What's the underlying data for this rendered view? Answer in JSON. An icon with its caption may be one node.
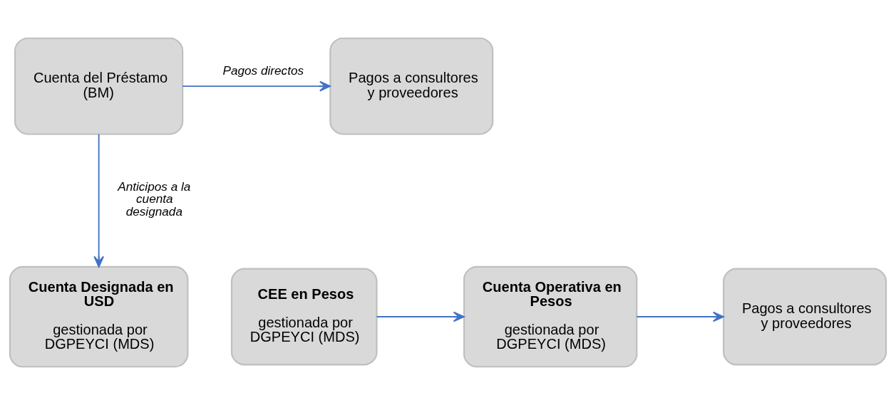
{
  "diagram": {
    "nodes": [
      {
        "text": [
          "Cuenta del Préstamo (BM)"
        ]
      },
      {
        "text": [
          "Pagos a consultores y proveedores"
        ]
      },
      {
        "text": [
          "Cuenta Designada en USD",
          "gestionada por DGPEYCI (MDS)"
        ]
      },
      {
        "text": [
          "CEE en Pesos",
          "gestionada por DGPEYCI (MDS)"
        ]
      },
      {
        "text": [
          "Cuenta Operativa en Pesos",
          "gestionada por DGPEYCI (MDS)"
        ]
      },
      {
        "text": [
          "Pagos a consultores y proveedores"
        ]
      }
    ],
    "edges": [
      {
        "from": 0,
        "to": 1,
        "arrow": "to",
        "label": "Pagos directos"
      },
      {
        "from": 0,
        "to": 2,
        "arrow": "to",
        "label": "Anticipos a la cuenta designada"
      },
      {
        "from": 3,
        "to": 4,
        "arrow": "to"
      },
      {
        "from": 4,
        "to": 5,
        "arrow": "to"
      }
    ]
  }
}
